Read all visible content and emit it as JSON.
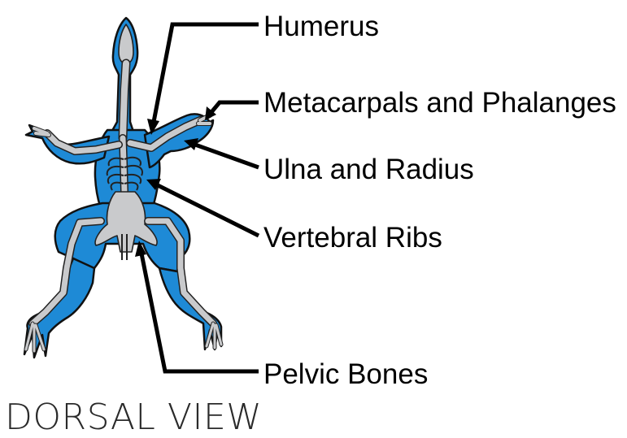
{
  "title": "DORSAL VIEW",
  "labels": {
    "humerus": "Humerus",
    "metacarpals": "Metacarpals and Phalanges",
    "ulna_radius": "Ulna and Radius",
    "vertebral_ribs": "Vertebral Ribs",
    "pelvic": "Pelvic Bones"
  },
  "colors": {
    "body": "#1e8ad6",
    "bone": "#c9cacc",
    "outline": "#111111"
  }
}
